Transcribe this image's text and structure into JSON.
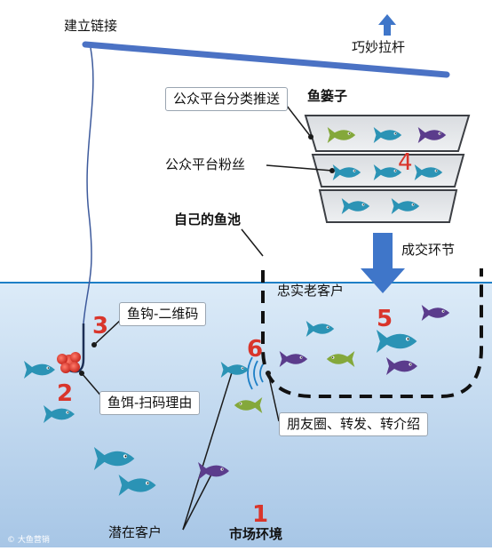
{
  "labels": {
    "build_link": "建立链接",
    "clever_rod": "巧妙拉杆",
    "public_push": "公众平台分类推送",
    "fish_basket": "鱼篓子",
    "public_fans": "公众平台粉丝",
    "own_pond": "自己的鱼池",
    "deal_step": "成交环节",
    "loyal_customers": "忠实老客户",
    "hook_qr": "鱼钩-二维码",
    "bait_reason": "鱼饵-扫码理由",
    "moments_share": "朋友圈、转发、转介绍",
    "potential_customers": "潜在客户",
    "market_env": "市场环境"
  },
  "numbers": {
    "n1": "1",
    "n2": "2",
    "n3": "3",
    "n4": "4",
    "n5": "5",
    "n6": "6"
  },
  "watermark": "© 大鱼营销",
  "colors": {
    "water_top": "#d6e7f7",
    "water_bottom": "#a9c8e7",
    "water_edge": "#1e7fc6",
    "rod": "#4b72c4",
    "fish_teal": "#2b93b5",
    "fish_purple": "#5b3c8c",
    "fish_green": "#84a83b",
    "arrow": "#3f76c9",
    "number_red": "#d9352b"
  }
}
